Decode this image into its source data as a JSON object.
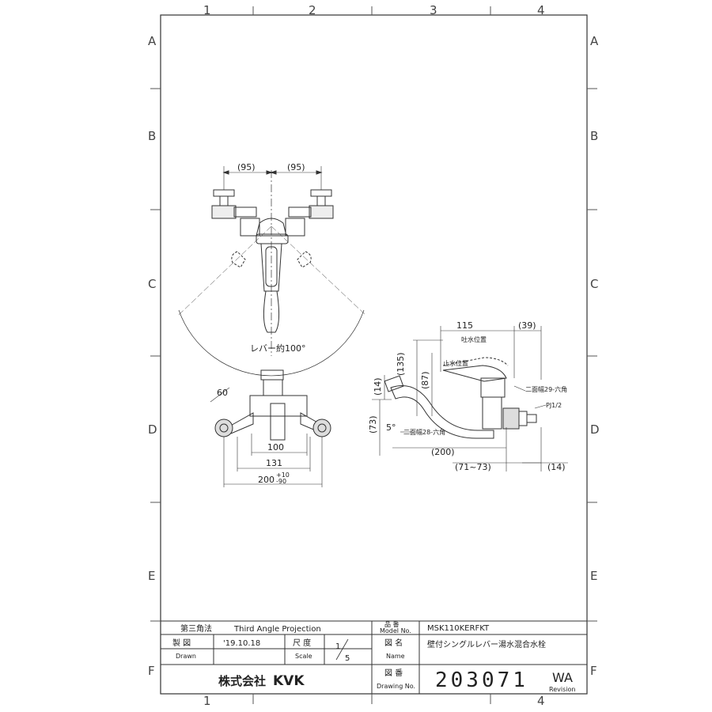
{
  "zones": {
    "columns": [
      "1",
      "2",
      "3",
      "4"
    ],
    "rows": [
      "A",
      "B",
      "C",
      "D",
      "E",
      "F"
    ]
  },
  "dimensions": {
    "top_left_95": "(95)",
    "top_right_95": "(95)",
    "lever_angle": "レバー約100°",
    "d60": "60",
    "d100": "100",
    "d131": "131",
    "d200_main": "200",
    "d200_tol_plus": "+10",
    "d200_tol_minus": "-90",
    "d115": "115",
    "d39": "(39)",
    "d135": "(135)",
    "d87": "(87)",
    "d14_v": "(14)",
    "d73": "(73)",
    "d5": "5°",
    "d200_side": "(200)",
    "d71_73": "(71~73)",
    "d14_h": "(14)",
    "spout_pos": "吐水位置",
    "stop_pos": "止水位置",
    "hex29": "二面幅29-六角",
    "hex28": "二面幅28-六角",
    "pj": "PJ1/2"
  },
  "title_block": {
    "projection_label": "第三角法",
    "projection_value": "Third Angle Projection",
    "model_label_jp": "品 番",
    "model_label_en": "Model No.",
    "model_value": "MSK110KERFKT",
    "drawn_label_jp": "製 図",
    "drawn_label_en": "Drawn",
    "drawn_date": "'19.10.18",
    "scale_label_jp": "尺 度",
    "scale_label_en": "Scale",
    "scale_num": "1",
    "scale_den": "5",
    "name_label_jp": "図 名",
    "name_label_en": "Name",
    "name_value": "壁付シングルレバー湯水混合水栓",
    "company_jp": "株式会社",
    "company_brand": "KVK",
    "drawing_label_jp": "図 番",
    "drawing_label_en": "Drawing No.",
    "drawing_number": "203071",
    "revision_value": "WA",
    "revision_label": "Revision"
  }
}
